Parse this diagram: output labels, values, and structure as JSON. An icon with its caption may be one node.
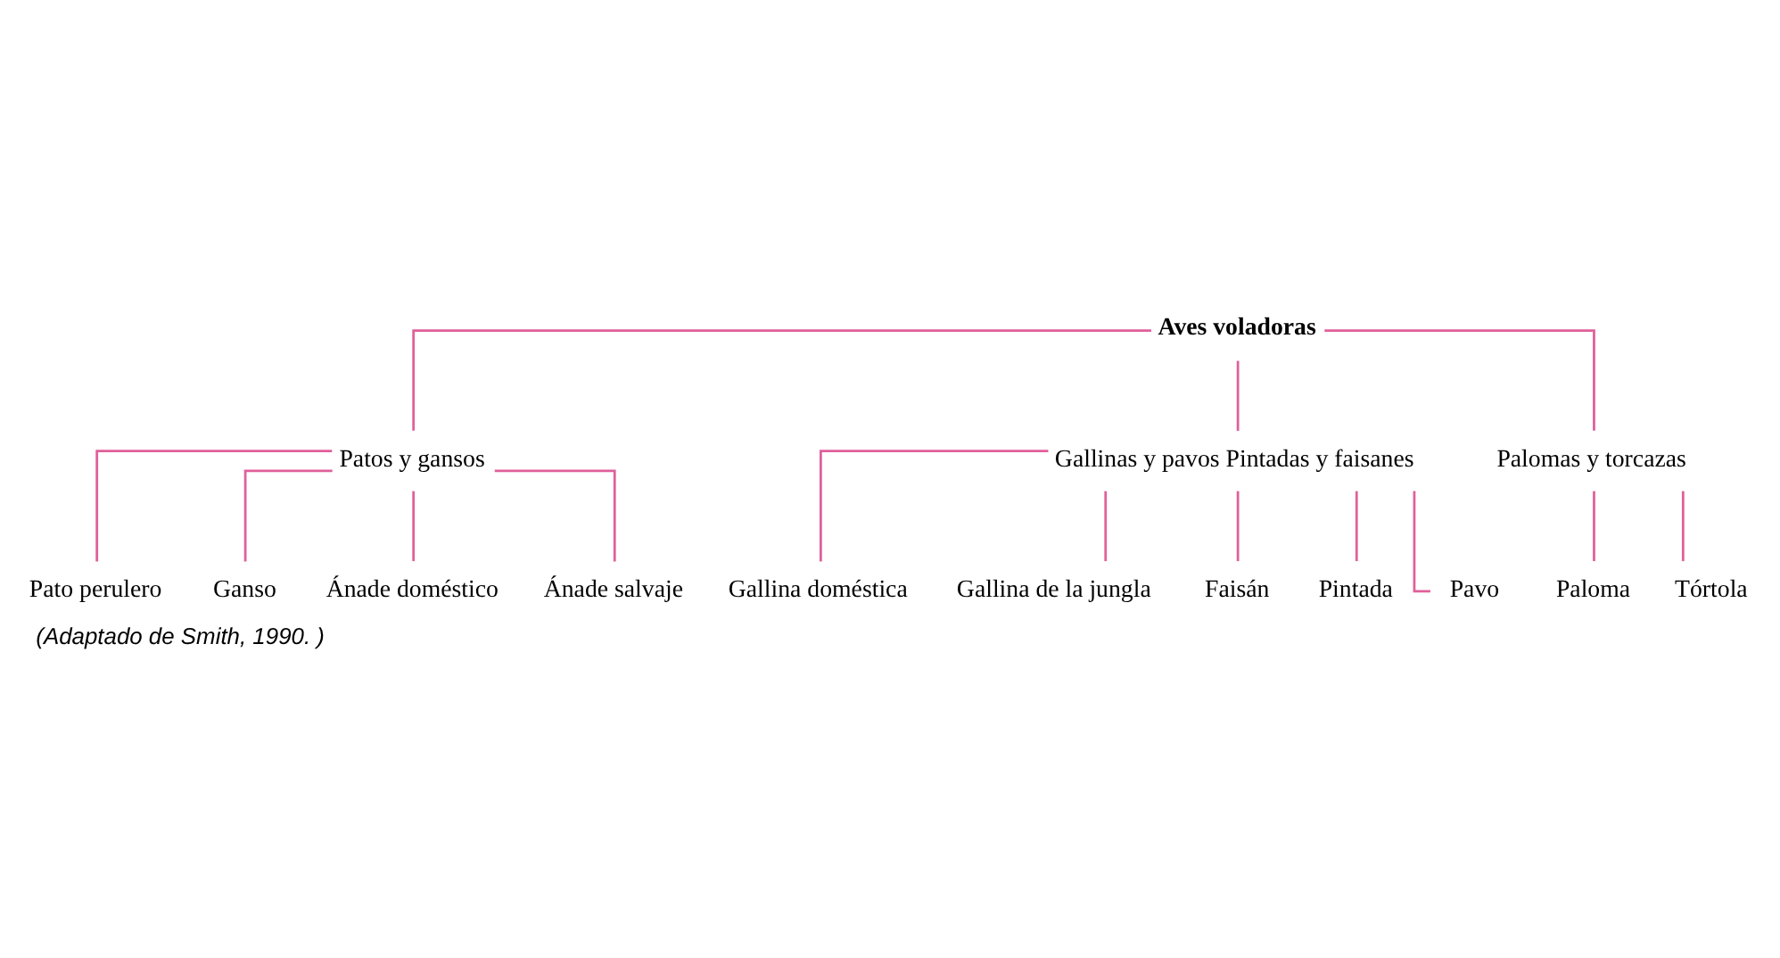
{
  "diagram": {
    "caption": "(Adaptado de Smith, 1990. )",
    "nodes": [
      {
        "text": [
          "Aves voladoras"
        ]
      },
      {
        "text": [
          "Patos y gansos"
        ]
      },
      {
        "text": [
          "Gallinas y pavos Pintadas y faisanes"
        ]
      },
      {
        "text": [
          "Palomas y torcazas"
        ]
      },
      {
        "text": [
          "Pato perulero"
        ]
      },
      {
        "text": [
          "Ganso"
        ]
      },
      {
        "text": [
          "Ánade doméstico"
        ]
      },
      {
        "text": [
          "Ánade salvaje"
        ]
      },
      {
        "text": [
          "Gallina doméstica"
        ]
      },
      {
        "text": [
          "Gallina de la jungla"
        ]
      },
      {
        "text": [
          "Faisán"
        ]
      },
      {
        "text": [
          "Pintada"
        ]
      },
      {
        "text": [
          "Pavo"
        ]
      },
      {
        "text": [
          "Paloma"
        ]
      },
      {
        "text": [
          "Tórtola"
        ]
      }
    ],
    "edges": [
      {
        "from": 0,
        "to": 1,
        "arrow": "none"
      },
      {
        "from": 0,
        "to": 2,
        "arrow": "none"
      },
      {
        "from": 0,
        "to": 3,
        "arrow": "none"
      },
      {
        "from": 1,
        "to": 4,
        "arrow": "none"
      },
      {
        "from": 1,
        "to": 5,
        "arrow": "none"
      },
      {
        "from": 1,
        "to": 6,
        "arrow": "none"
      },
      {
        "from": 1,
        "to": 7,
        "arrow": "none"
      },
      {
        "from": 2,
        "to": 8,
        "arrow": "none"
      },
      {
        "from": 2,
        "to": 9,
        "arrow": "none"
      },
      {
        "from": 2,
        "to": 10,
        "arrow": "none"
      },
      {
        "from": 2,
        "to": 11,
        "arrow": "none"
      },
      {
        "from": 2,
        "to": 12,
        "arrow": "none"
      },
      {
        "from": 3,
        "to": 13,
        "arrow": "none"
      },
      {
        "from": 3,
        "to": 14,
        "arrow": "none"
      }
    ]
  }
}
